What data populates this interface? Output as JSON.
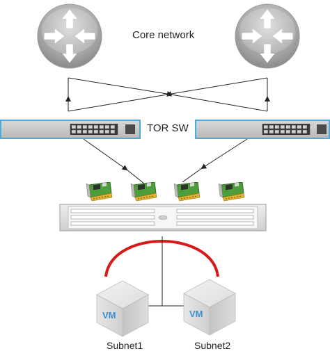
{
  "labels": {
    "core_network": "Core network",
    "tor_switch": "TOR SW",
    "subnet1": "Subnet1",
    "subnet2": "Subnet2",
    "vm_text": "VM"
  },
  "icons": [
    "router-icon",
    "switch-icon",
    "nic-card-icon",
    "server-chassis-icon",
    "vm-cube-icon"
  ],
  "colors": {
    "router_body": "#a9a9a9",
    "switch_frame": "#4fa9d8",
    "switch_body": "#c9c9c9",
    "nic_board": "#4f9e3c",
    "server_body": "#d8d8d8",
    "bond_arc": "#d61a1a",
    "vm_text": "#3a8fd0",
    "line": "#222222"
  }
}
